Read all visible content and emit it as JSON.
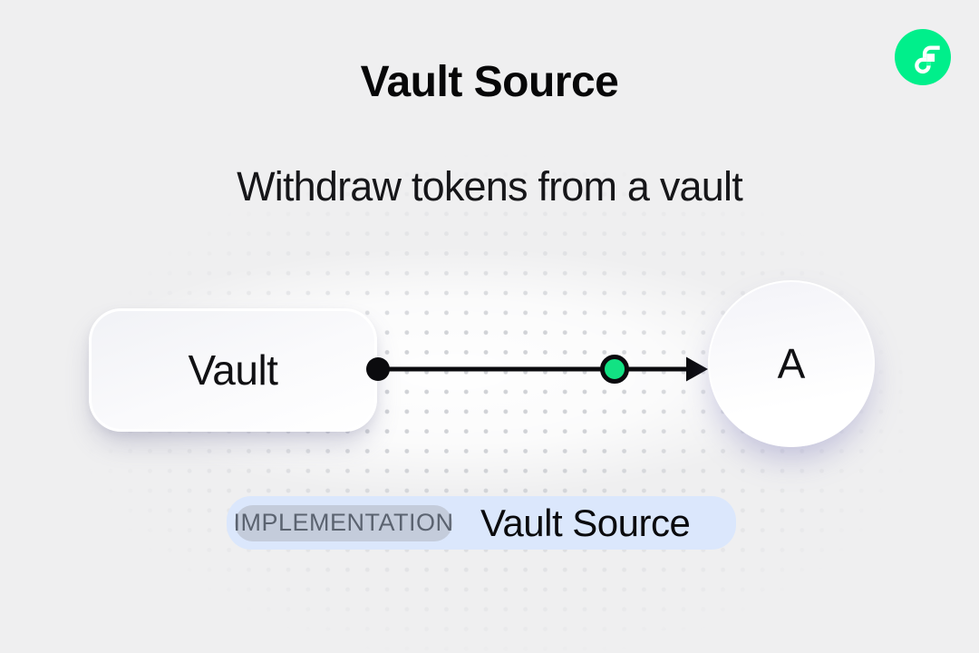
{
  "header": {
    "title": "Vault Source",
    "subtitle": "Withdraw tokens from a vault",
    "logo_icon": "flow-logo"
  },
  "diagram": {
    "source_label": "Vault",
    "target_label": "A",
    "connector": "arrow-right-with-green-marker"
  },
  "caption": {
    "badge": "IMPLEMENTATION",
    "label": "Vault Source"
  },
  "colors": {
    "background": "#efeff0",
    "ink": "#0b0b0e",
    "flow_green": "#00ef8b",
    "flow_green_bright": "#16ff99",
    "marker_green": "#12e283",
    "line_green": "#0fbf74",
    "caption_pill_blue": "#dbe7fc",
    "badge_pill_gray": "#c4ccdb",
    "badge_text": "#5b6370",
    "dot_grid": "#d0d2d6"
  }
}
